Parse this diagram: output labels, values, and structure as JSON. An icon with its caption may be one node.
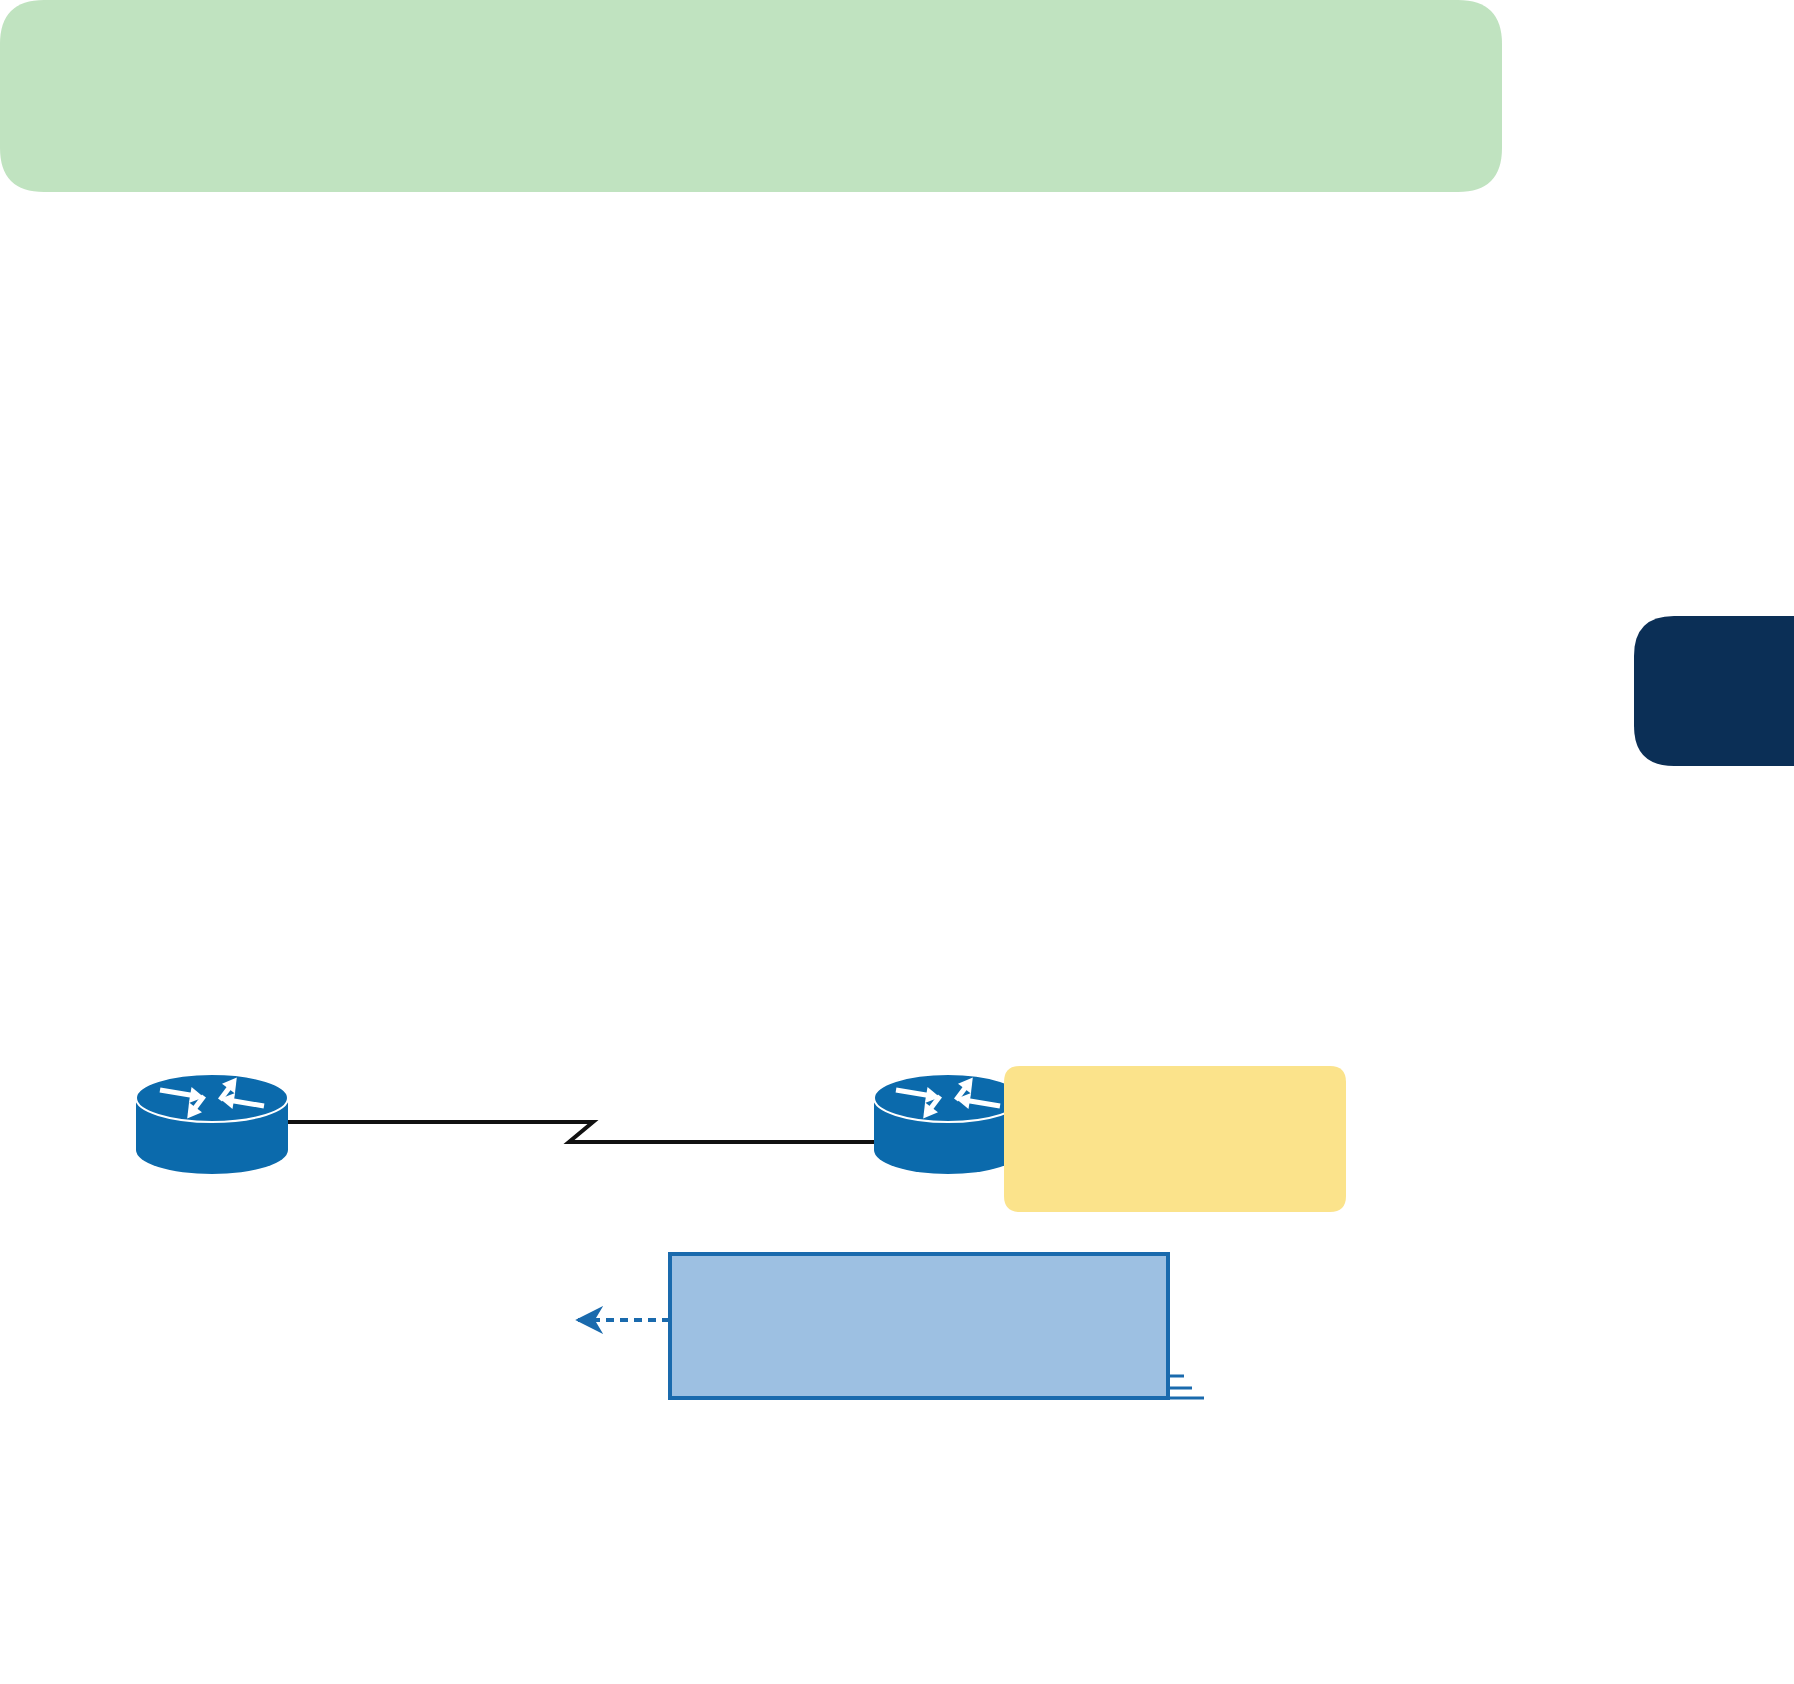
{
  "diagram": {
    "nodes": [
      {
        "text": [],
        "shape": "box"
      },
      {
        "text": [],
        "shape": "box"
      },
      {
        "text": [],
        "shape": "cylinder"
      },
      {
        "text": [],
        "shape": "cylinder"
      },
      {
        "text": [],
        "shape": "box"
      },
      {
        "text": [],
        "shape": "box"
      }
    ],
    "edges": [
      {
        "from": 2,
        "to": 3,
        "arrow": "none"
      },
      {
        "from": 5,
        "to": null,
        "arrow": "to",
        "style": "dashed",
        "color": "#1a6aad"
      }
    ]
  }
}
